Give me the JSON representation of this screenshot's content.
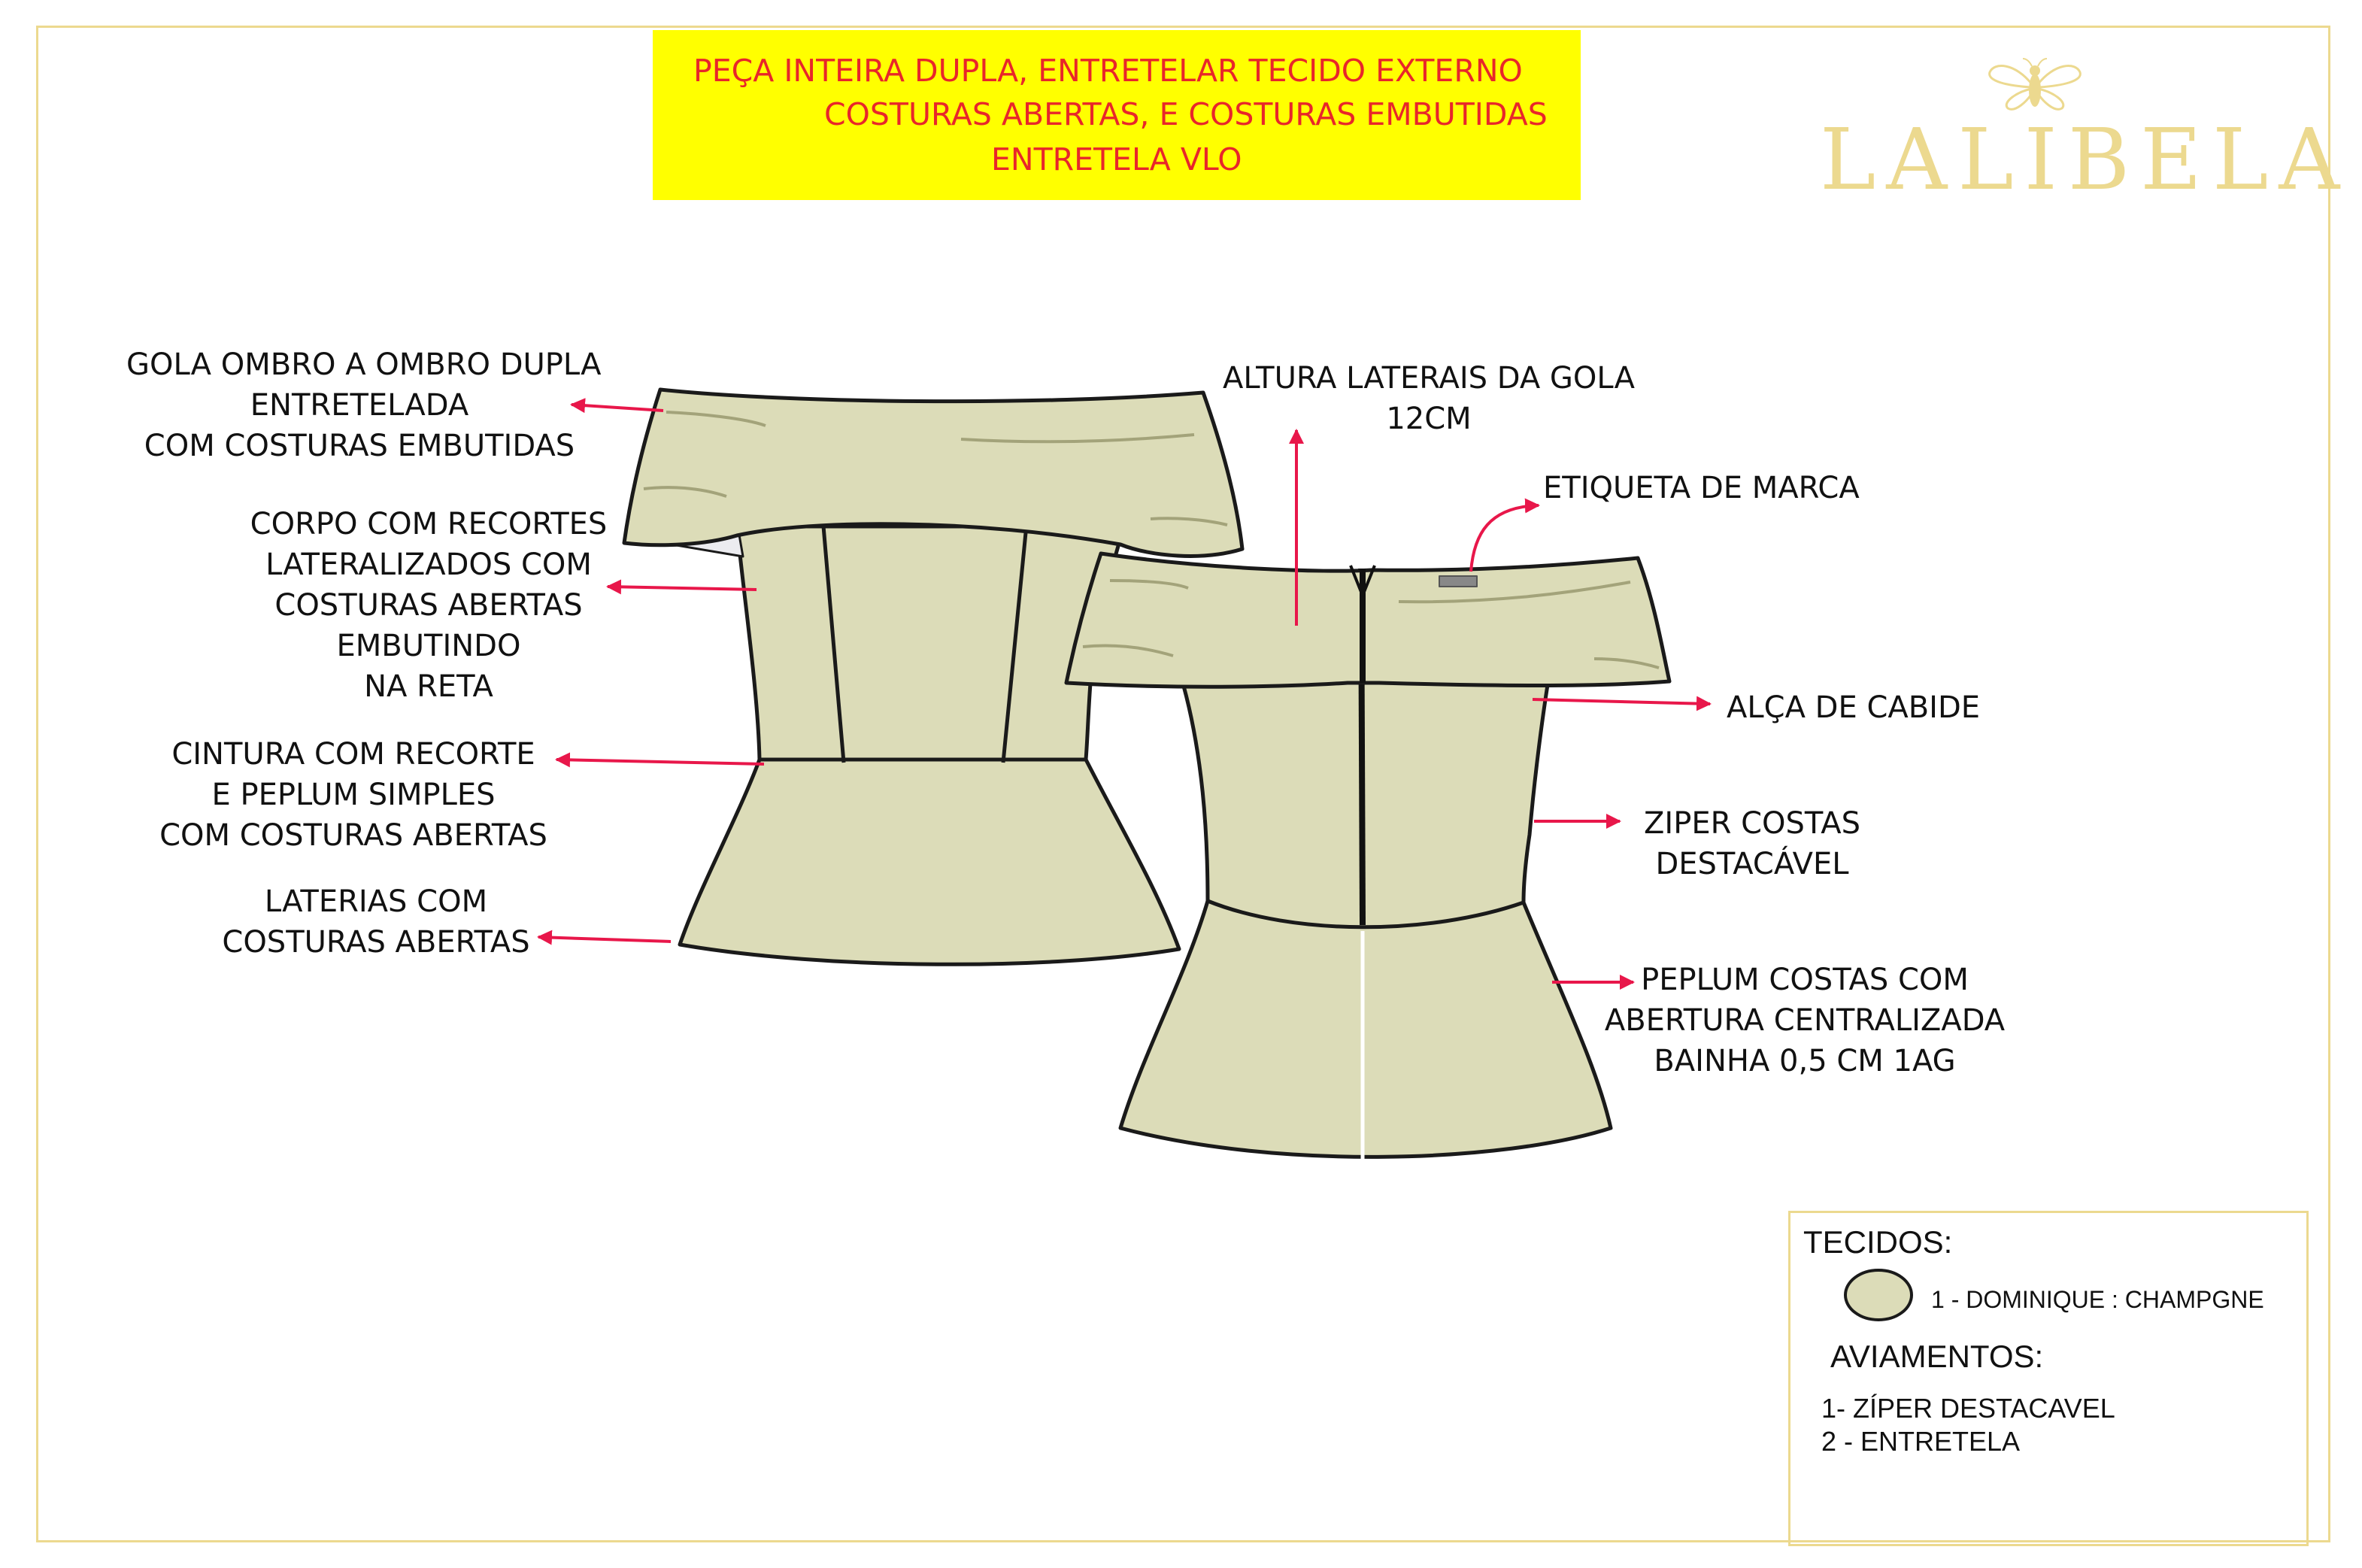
{
  "banner": {
    "lines": [
      "PEÇA  INTEIRA DUPLA,  ENTRETELAR  TECIDO EXTERNO",
      "COSTURAS ABERTAS, E COSTURAS EMBUTIDAS",
      "ENTRETELA VLO"
    ]
  },
  "brand": {
    "name": "LALIBELA",
    "icon": "bee-icon"
  },
  "front_labels": [
    {
      "lines": [
        "GOLA OMBRO A OMBRO DUPLA",
        "ENTRETELADA",
        "COM COSTURAS EMBUTIDAS"
      ]
    },
    {
      "lines": [
        "CORPO COM RECORTES",
        "LATERALIZADOS COM",
        "COSTURAS ABERTAS",
        "EMBUTINDO",
        "NA RETA"
      ]
    },
    {
      "lines": [
        "CINTURA COM RECORTE",
        "E PEPLUM SIMPLES",
        "COM COSTURAS ABERTAS"
      ]
    },
    {
      "lines": [
        "LATERIAS COM",
        "COSTURAS ABERTAS"
      ]
    }
  ],
  "back_labels": [
    {
      "lines": [
        "ALTURA LATERAIS DA GOLA",
        "12CM"
      ]
    },
    {
      "lines": [
        "ETIQUETA DE MARCA"
      ]
    },
    {
      "lines": [
        "ALÇA DE CABIDE"
      ]
    },
    {
      "lines": [
        "ZIPER COSTAS",
        "DESTACÁVEL"
      ]
    },
    {
      "lines": [
        "PEPLUM COSTAS COM",
        "ABERTURA CENTRALIZADA",
        "BAINHA 0,5 CM  1AG"
      ]
    }
  ],
  "legend": {
    "fabrics_title": "TECIDOS:",
    "fabric_item": "1 - DOMINIQUE : CHAMPGNE",
    "notions_title": "AVIAMENTOS:",
    "notions": [
      "1- ZÍPER DESTACAVEL",
      "2 - ENTRETELA"
    ]
  },
  "colors": {
    "fabric": "#dcdcb8",
    "fabric_shadow": "#a3a37a",
    "outline": "#1a1a1a",
    "arrow": "#e8174a",
    "banner_bg": "#ffff00",
    "banner_text": "#e8262a",
    "brand_gold": "#ecd98f"
  }
}
